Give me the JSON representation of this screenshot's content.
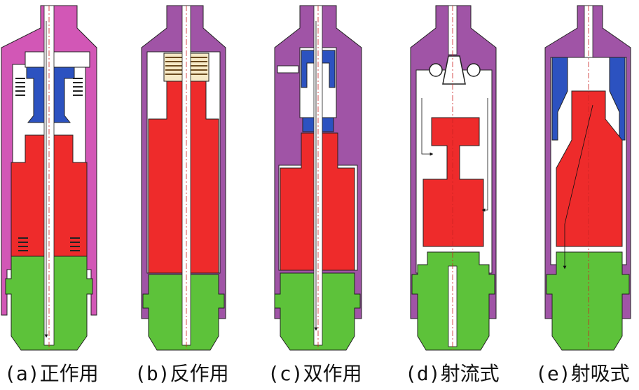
{
  "colors": {
    "housing_a": "#d257b6",
    "housing": "#a054a6",
    "piston": "#ee2b2b",
    "base": "#5dc23a",
    "valve": "#2c52c0",
    "flow": "#ffffff",
    "outline": "#222222"
  },
  "panels": [
    {
      "id": "a",
      "caption": "(a)正作用"
    },
    {
      "id": "b",
      "caption": "(b)反作用"
    },
    {
      "id": "c",
      "caption": "(c)双作用"
    },
    {
      "id": "d",
      "caption": "(d)射流式"
    },
    {
      "id": "e",
      "caption": "(e)射吸式"
    }
  ]
}
